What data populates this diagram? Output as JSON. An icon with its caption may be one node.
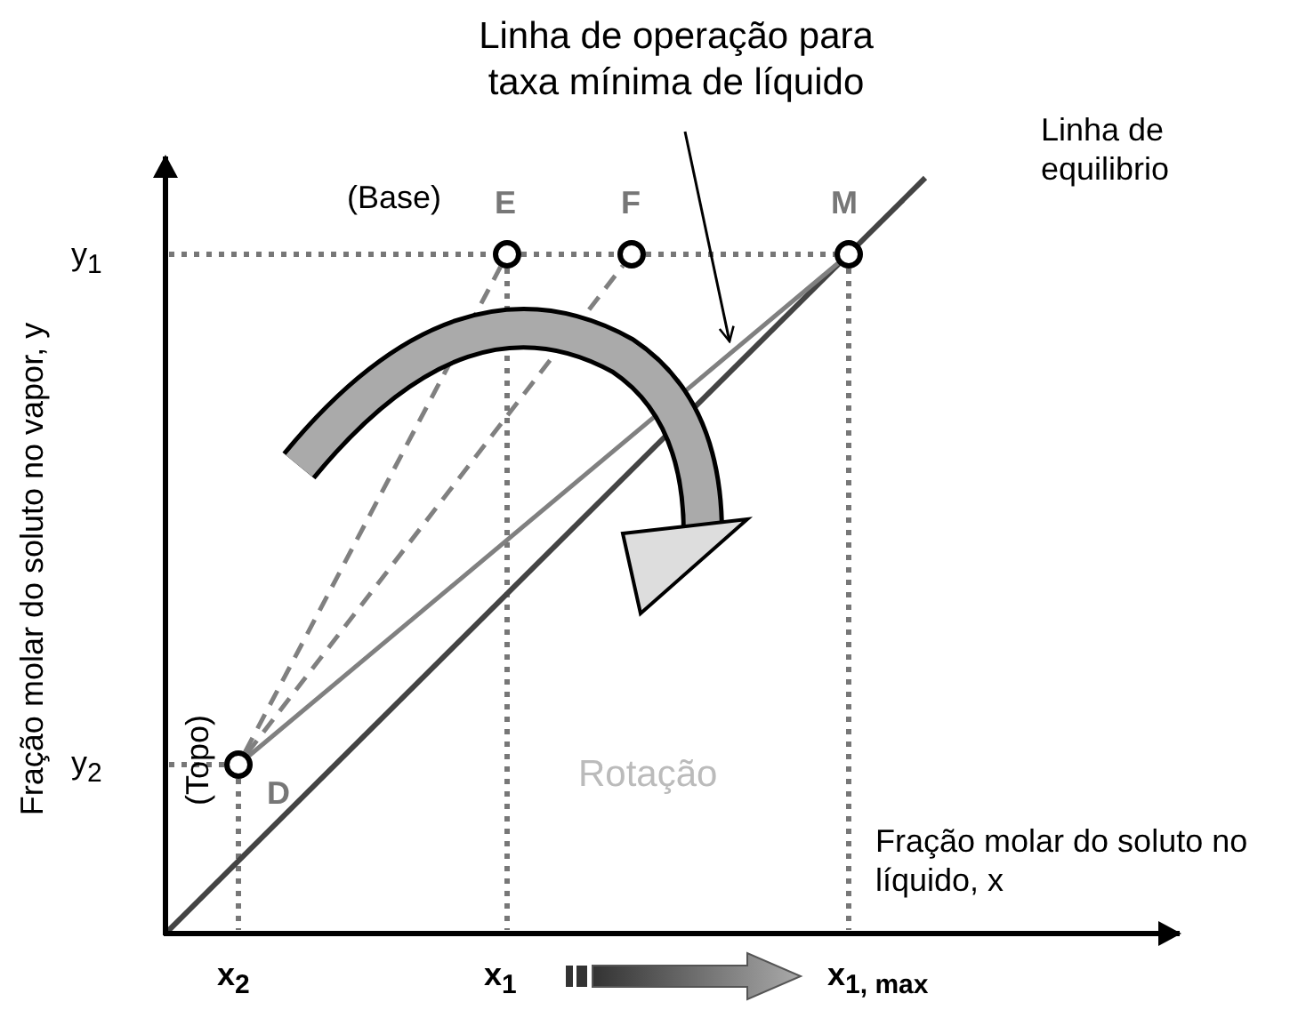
{
  "diagram": {
    "nodes": [
      {
        "text": [
          "Linha de operação para taxa mínima de líquido"
        ]
      },
      {
        "text": [],
        "shape": "circle",
        "beside": [
          "(Base)",
          "E"
        ]
      },
      {
        "text": [],
        "shape": "circle",
        "beside": [
          "F"
        ]
      },
      {
        "text": [],
        "shape": "circle",
        "beside": [
          "M"
        ]
      },
      {
        "text": [],
        "shape": "circle",
        "beside": [
          "(Topo)",
          "D"
        ]
      }
    ],
    "edges": [
      {
        "from": 4,
        "to": 1,
        "arrow": "none",
        "style": "dashed"
      },
      {
        "from": 4,
        "to": 2,
        "arrow": "none",
        "style": "dashed"
      },
      {
        "from": 4,
        "to": 3,
        "arrow": "none"
      },
      {
        "from": 0,
        "to": null,
        "arrow": "to",
        "color": "#000000"
      }
    ],
    "labels": [
      "Linha de equilibrio",
      "y$_{1}$",
      "y$_{2}$",
      "Rotação",
      "Fração molar do soluto no líquido, x",
      "x$_{2}$",
      "x$_{1}$",
      "x$_{1, max}$",
      "Fração molar do soluto no vapor, y"
    ]
  }
}
